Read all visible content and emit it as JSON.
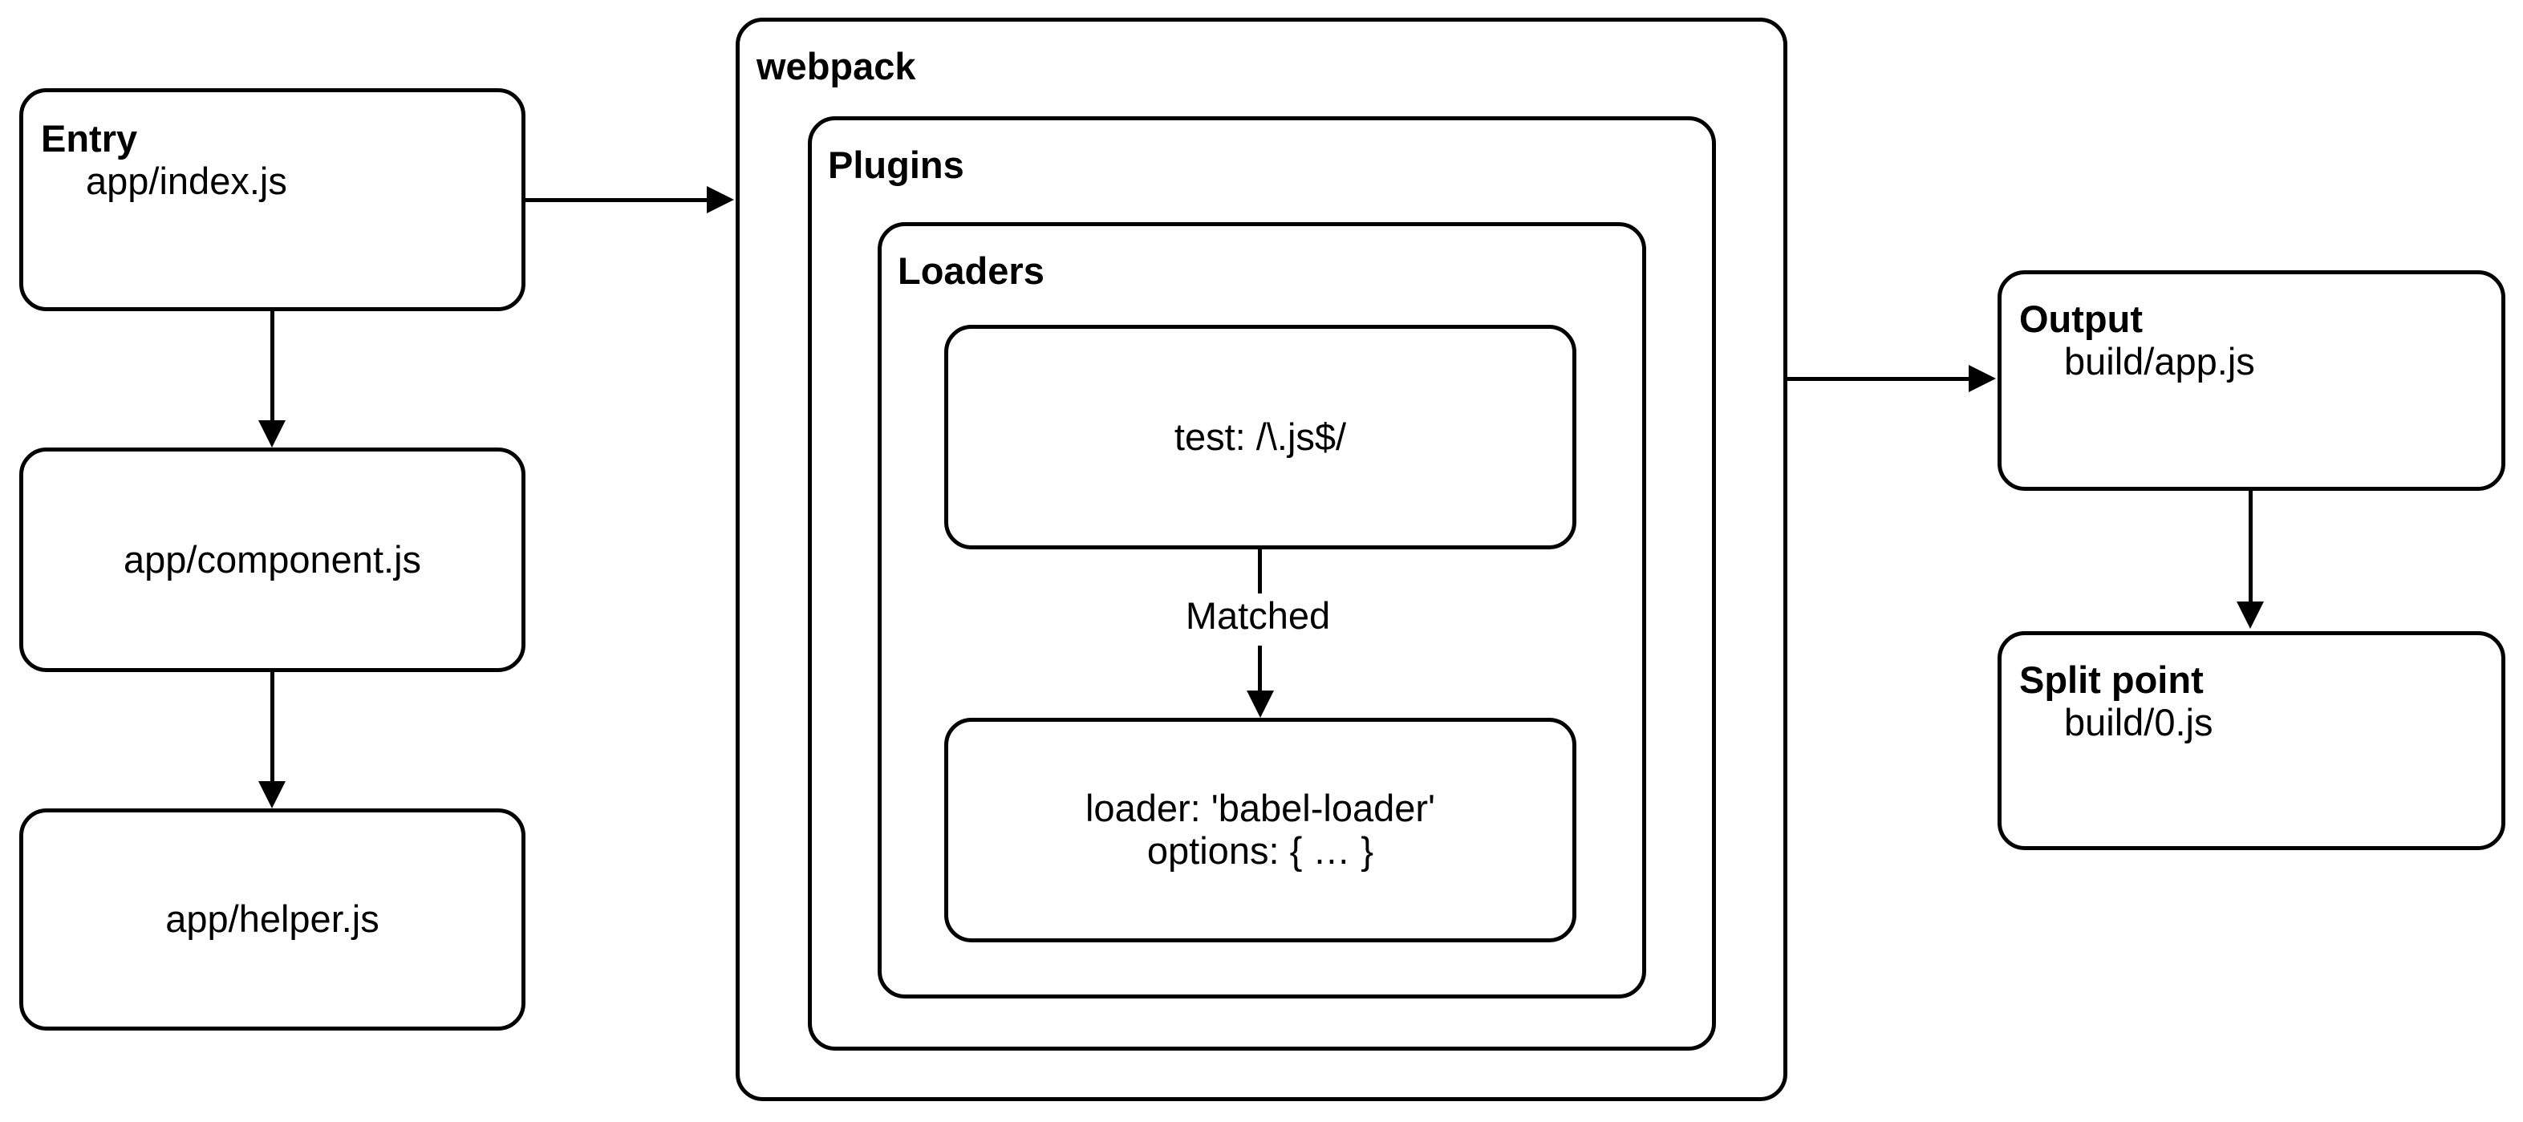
{
  "diagram": {
    "title": "webpack build process diagram",
    "background_color": "#ffffff",
    "stroke_color": "#000000"
  },
  "left_column": {
    "entry": {
      "title": "Entry",
      "value": "app/index.js"
    },
    "component": {
      "value": "app/component.js"
    },
    "helper": {
      "value": "app/helper.js"
    }
  },
  "webpack": {
    "label": "webpack",
    "plugins": {
      "label": "Plugins",
      "loaders": {
        "label": "Loaders",
        "test_rule": "test: /\\.js$/",
        "match_label": "Matched",
        "loader_rule_line1": "loader: 'babel-loader'",
        "loader_rule_line2": "options: { … }"
      }
    }
  },
  "right_column": {
    "output": {
      "title": "Output",
      "value": "build/app.js"
    },
    "split_point": {
      "title": "Split point",
      "value": "build/0.js"
    }
  },
  "edges": [
    {
      "name": "entry-to-component",
      "label": ""
    },
    {
      "name": "component-to-helper",
      "label": ""
    },
    {
      "name": "entry-to-webpack",
      "label": ""
    },
    {
      "name": "webpack-to-output",
      "label": ""
    },
    {
      "name": "output-to-split-point",
      "label": ""
    },
    {
      "name": "test-to-loader",
      "label": "Matched"
    }
  ]
}
